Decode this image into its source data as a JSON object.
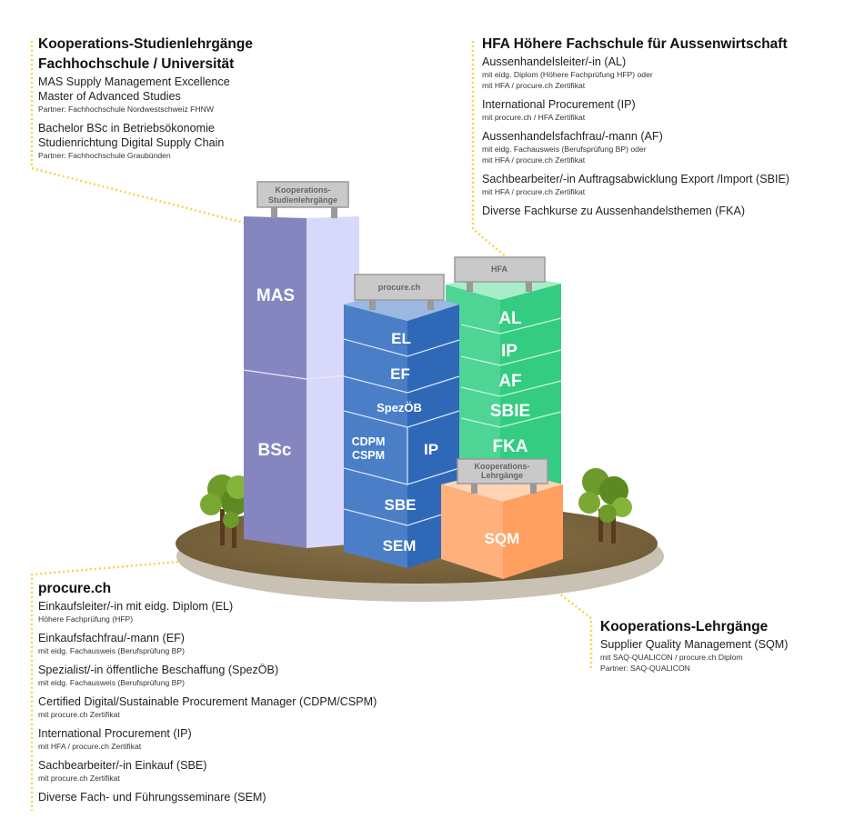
{
  "kooperations_studien": {
    "heading": [
      "Kooperations-Studienlehrgänge",
      "Fachhochschule / Universität"
    ],
    "items": [
      {
        "lines": [
          "MAS Supply Management Excellence",
          "Master of Advanced Studies"
        ],
        "notes": [
          "Partner: Fachhochschule Nordwestschweiz FHNW"
        ]
      },
      {
        "lines": [
          "Bachelor BSc in Betriebsökonomie",
          "Studienrichtung Digital Supply Chain"
        ],
        "notes": [
          "Partner: Fachhochschule Graubünden"
        ]
      }
    ]
  },
  "hfa": {
    "heading": "HFA Höhere Fachschule für Aussenwirtschaft",
    "items": [
      {
        "lines": [
          "Aussenhandelsleiter/-in (AL)"
        ],
        "notes": [
          "mit eidg. Diplom (Höhere Fachprüfung HFP) oder",
          "mit HFA / procure.ch Zertifikat"
        ]
      },
      {
        "lines": [
          "International Procurement (IP)"
        ],
        "notes": [
          "mit procure.ch / HFA Zertifikat"
        ]
      },
      {
        "lines": [
          "Aussenhandelsfachfrau/-mann (AF)"
        ],
        "notes": [
          "mit eidg. Fachausweis (Berufsprüfung BP) oder",
          "mit HFA / procure.ch Zertifikat"
        ]
      },
      {
        "lines": [
          "Sachbearbeiter/-in Auftragsabwicklung Export /Import (SBIE)"
        ],
        "notes": [
          "mit HFA / procure.ch Zertifikat"
        ]
      },
      {
        "lines": [
          "Diverse Fachkurse zu Aussenhandelsthemen (FKA)"
        ],
        "notes": []
      }
    ]
  },
  "procure": {
    "heading": "procure.ch",
    "items": [
      {
        "lines": [
          "Einkaufsleiter/-in mit eidg. Diplom (EL)"
        ],
        "notes": [
          "Höhere Fachprüfung (HFP)"
        ]
      },
      {
        "lines": [
          "Einkaufsfachfrau/-mann (EF)"
        ],
        "notes": [
          "mit eidg. Fachausweis (Berufsprüfung BP)"
        ]
      },
      {
        "lines": [
          "Spezialist/-in öffentliche Beschaffung (SpezÖB)"
        ],
        "notes": [
          "mit eidg. Fachausweis (Berufsprüfung BP)"
        ]
      },
      {
        "lines": [
          "Certified Digital/Sustainable Procurement Manager (CDPM/CSPM)"
        ],
        "notes": [
          "mit procure.ch Zertifikat"
        ]
      },
      {
        "lines": [
          "International Procurement (IP)"
        ],
        "notes": [
          "mit HFA / procure.ch Zertifikat"
        ]
      },
      {
        "lines": [
          "Sachbearbeiter/-in Einkauf (SBE)"
        ],
        "notes": [
          "mit procure.ch Zertifikat"
        ]
      },
      {
        "lines": [
          "Diverse Fach- und Führungsseminare (SEM)"
        ],
        "notes": []
      }
    ]
  },
  "kooperations_lehrgaenge": {
    "heading": "Kooperations-Lehrgänge",
    "items": [
      {
        "lines": [
          "Supplier Quality Management (SQM)"
        ],
        "notes": [
          "mit SAQ-QUALICON / procure.ch Diplom",
          "Partner: SAQ-QUALICON"
        ]
      }
    ]
  },
  "buildings": {
    "studien": {
      "sign": [
        "Kooperations-",
        "Studienlehrgänge"
      ],
      "floors": [
        "MAS",
        "BSc"
      ]
    },
    "procure": {
      "sign": "procure.ch",
      "floors": [
        "EL",
        "EF",
        "SpezÖB",
        "CDPM",
        "CSPM",
        "IP",
        "SBE",
        "SEM"
      ]
    },
    "hfa": {
      "sign": "HFA",
      "floors": [
        "AL",
        "IP",
        "AF",
        "SBIE",
        "FKA"
      ]
    },
    "lehrgaenge": {
      "sign": [
        "Kooperations-",
        "Lehrgänge"
      ],
      "floors": [
        "SQM"
      ]
    }
  },
  "colors": {
    "dots": "#f6d34a",
    "purple": "#8585c0",
    "blue": "#3a72c0",
    "green": "#35cc82",
    "orange": "#ffa868",
    "ground": "#7a6540"
  }
}
